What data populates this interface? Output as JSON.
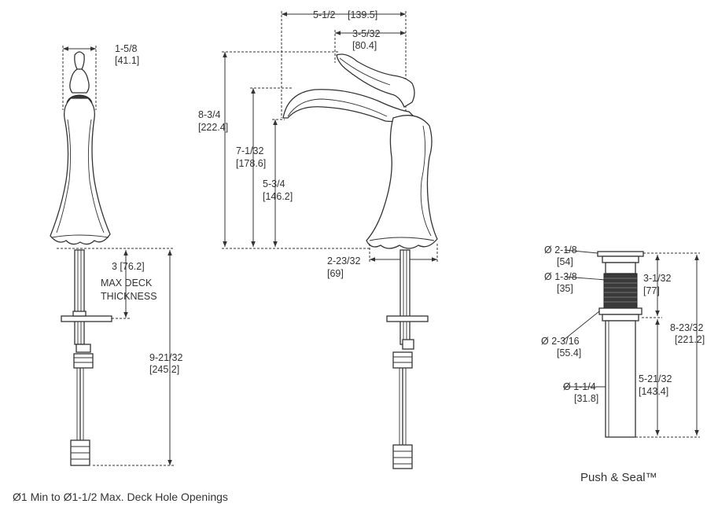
{
  "side_view": {
    "width_top": "1-5/8",
    "width_top_mm": "[41.1]",
    "deck_label_1": "3 [76.2]",
    "deck_label_2": "MAX DECK",
    "deck_label_3": "THICKNESS",
    "total_height": "9-21/32",
    "total_height_mm": "[245.2]"
  },
  "front_view": {
    "reach": "5-1/2",
    "reach_mm": "[139.5]",
    "handle_offset": "3-5/32",
    "handle_offset_mm": "[80.4]",
    "overall_height": "8-3/4",
    "overall_height_mm": "[222.4]",
    "spout_height": "7-1/32",
    "spout_height_mm": "[178.6]",
    "aerator_height": "5-3/4",
    "aerator_height_mm": "[146.2]",
    "base_diameter": "2-23/32",
    "base_diameter_mm": "[69]"
  },
  "drain": {
    "flange_diameter": "Ø 2-1/8",
    "flange_diameter_mm": "[54]",
    "body_diameter": "Ø 1-3/8",
    "body_diameter_mm": "[35]",
    "nut_diameter": "Ø 2-3/16",
    "nut_diameter_mm": "[55.4]",
    "tail_diameter": "Ø 1-1/4",
    "tail_diameter_mm": "[31.8]",
    "upper_height": "3-1/32",
    "upper_height_mm": "[77]",
    "lower_height": "5-21/32",
    "lower_height_mm": "[143.4]",
    "total_height": "8-23/32",
    "total_height_mm": "[221.2]",
    "caption": "Push & Seal™"
  },
  "footnote": "Ø1 Min to  Ø1-1/2 Max. Deck Hole Openings"
}
